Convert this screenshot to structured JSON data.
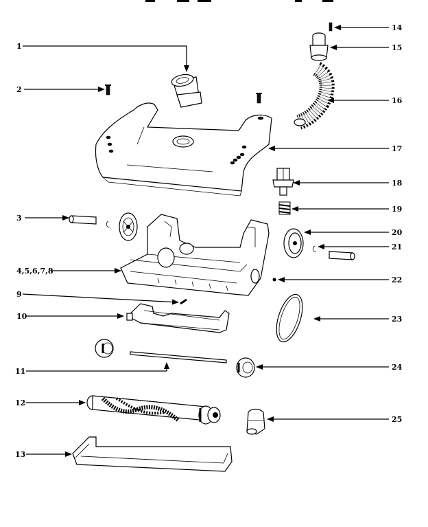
{
  "callouts": [
    {
      "id": "1",
      "text": "1"
    },
    {
      "id": "2",
      "text": "2"
    },
    {
      "id": "3",
      "text": "3"
    },
    {
      "id": "4",
      "text": "4,5,6,7,8"
    },
    {
      "id": "9",
      "text": "9"
    },
    {
      "id": "10",
      "text": "10"
    },
    {
      "id": "11",
      "text": "11"
    },
    {
      "id": "12",
      "text": "12"
    },
    {
      "id": "13",
      "text": "13"
    },
    {
      "id": "14",
      "text": "14"
    },
    {
      "id": "15",
      "text": "15"
    },
    {
      "id": "16",
      "text": "16"
    },
    {
      "id": "17",
      "text": "17"
    },
    {
      "id": "18",
      "text": "18"
    },
    {
      "id": "19",
      "text": "19"
    },
    {
      "id": "20",
      "text": "20"
    },
    {
      "id": "21",
      "text": "21"
    },
    {
      "id": "22",
      "text": "22"
    },
    {
      "id": "23",
      "text": "23"
    },
    {
      "id": "24",
      "text": "24"
    },
    {
      "id": "25",
      "text": "25"
    }
  ]
}
